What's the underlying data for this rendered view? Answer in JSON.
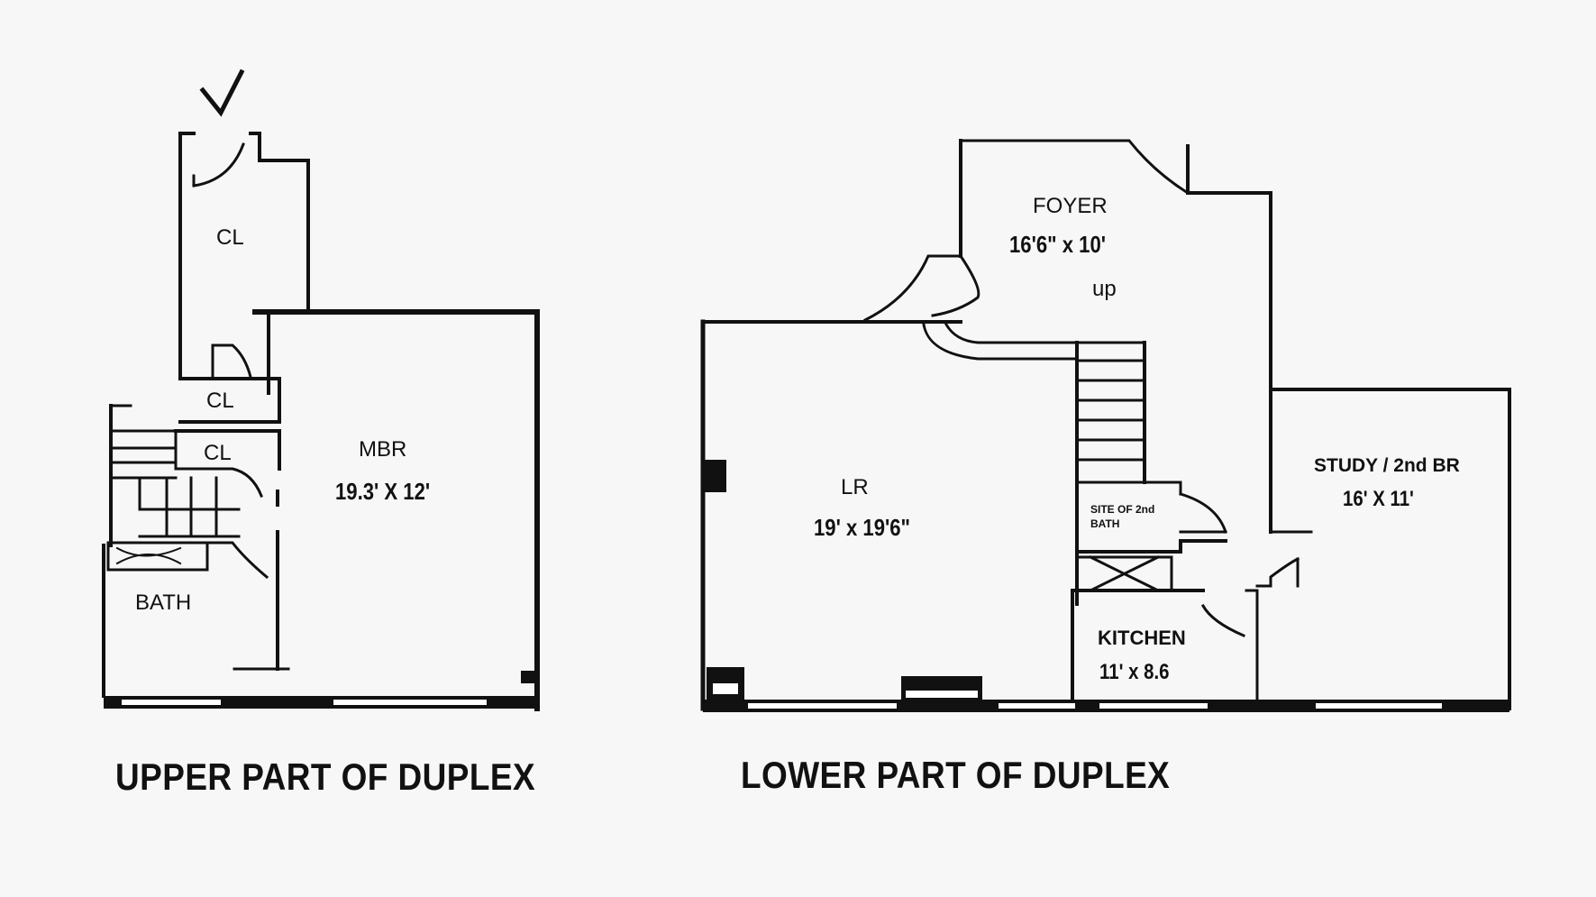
{
  "upper": {
    "title": "UPPER PART OF DUPLEX",
    "rooms": {
      "cl_top": "CL",
      "cl_mid": "CL",
      "cl_low": "CL",
      "mbr_name": "MBR",
      "mbr_dim": "19.3' X 12'",
      "bath": "BATH"
    }
  },
  "lower": {
    "title": "LOWER PART OF DUPLEX",
    "rooms": {
      "foyer_name": "FOYER",
      "foyer_dim": "16'6\" x 10'",
      "stair_note": "up",
      "lr_name": "LR",
      "lr_dim": "19' x 19'6\"",
      "site_line1": "SITE OF 2nd",
      "site_line2": "BATH",
      "kitchen_name": "KITCHEN",
      "kitchen_dim": "11' x 8.6",
      "study_name": "STUDY / 2nd BR",
      "study_dim": "16' X 11'"
    }
  },
  "colors": {
    "wall": "#111111",
    "paper": "#f7f7f7",
    "window": "#ffffff"
  }
}
